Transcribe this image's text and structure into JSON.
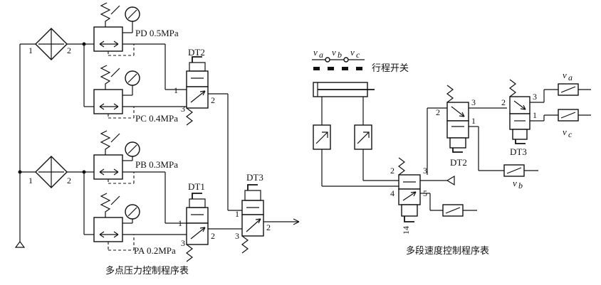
{
  "left": {
    "caption": "多点压力控制程序表",
    "pressure_labels": [
      "PD 0.5MPa",
      "PC 0.4MPa",
      "PB 0.3MPa",
      "PA 0.2MPa"
    ],
    "solenoids": [
      "DT2",
      "DT1",
      "DT3"
    ],
    "ports": [
      "1",
      "2",
      "3"
    ]
  },
  "right": {
    "caption": "多段速度控制程序表",
    "limit_switch_label": "行程开关",
    "solenoids": [
      "DT2",
      "DT3"
    ],
    "ports": [
      "1",
      "2",
      "3",
      "4",
      "5",
      "14"
    ],
    "speed_labels": {
      "va_base": "v",
      "va_sub": "a",
      "vb_base": "v",
      "vb_sub": "b",
      "vc_base": "v",
      "vc_sub": "c"
    }
  }
}
